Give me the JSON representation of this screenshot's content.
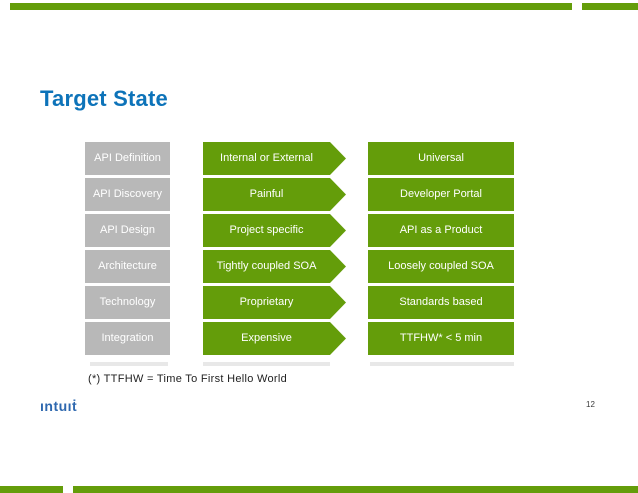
{
  "slide": {
    "title": "Target State",
    "footnote": "(*) TTFHW = Time To First Hello World",
    "logo_text": "ıntuıṫ",
    "page_number": "12"
  },
  "colors": {
    "green": "#649d0a",
    "gray": "#b8b8b8",
    "title_blue": "#0d73b9",
    "logo_blue": "#2e68af"
  },
  "table": {
    "columns": [
      {
        "name": "categories",
        "style": "gray-box",
        "items": [
          "API Definition",
          "API Discovery",
          "API Design",
          "Architecture",
          "Technology",
          "Integration"
        ]
      },
      {
        "name": "current-state",
        "style": "green-arrow",
        "items": [
          "Internal or External",
          "Painful",
          "Project specific",
          "Tightly coupled SOA",
          "Proprietary",
          "Expensive"
        ]
      },
      {
        "name": "target-state",
        "style": "green-box",
        "items": [
          "Universal",
          "Developer Portal",
          "API as a Product",
          "Loosely coupled SOA",
          "Standards based",
          "TTFHW* < 5 min"
        ]
      }
    ]
  }
}
